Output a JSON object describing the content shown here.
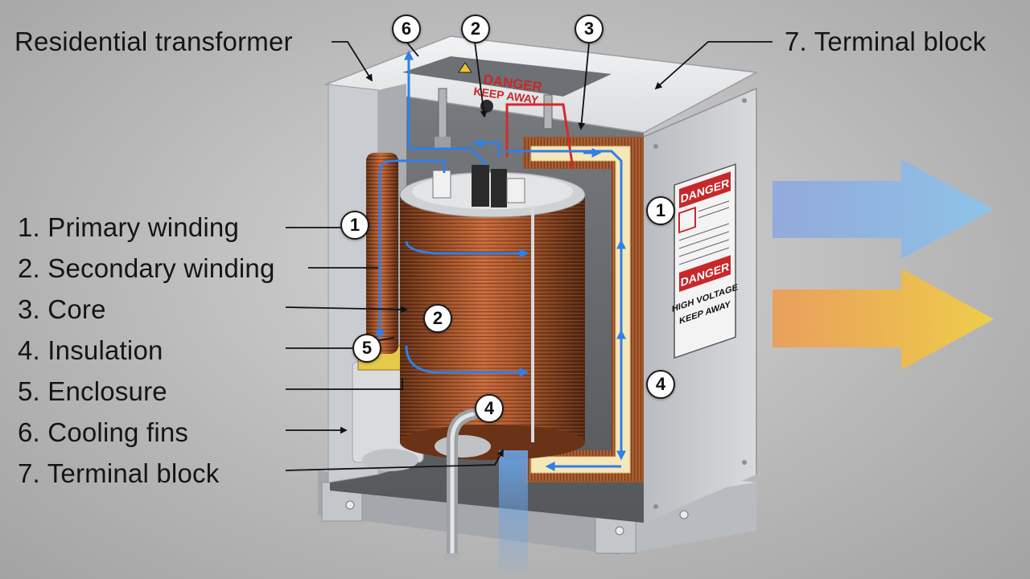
{
  "title_label": "Residential transformer",
  "terminal_label": "7. Terminal block",
  "legend": [
    "1. Primary winding",
    "2. Secondary winding",
    "3. Core",
    "4. Insulation",
    "5. Enclosure",
    "6. Cooling fins",
    "7. Terminal block"
  ],
  "callouts": {
    "top_6": "6",
    "top_2": "2",
    "top_3": "3",
    "left_1": "1",
    "left_5": "5",
    "mid_2": "2",
    "bottom_4": "4",
    "right_1": "1",
    "right_4": "4"
  },
  "warning_top": {
    "line1": "DANGER",
    "line2": "KEEP AWAY"
  },
  "side_plate": {
    "danger1": "DANGER",
    "danger2": "DANGER",
    "line1": "HIGH VOLTAGE",
    "line2": "KEEP AWAY"
  },
  "colors": {
    "flow_arrow": "#2f7fe8",
    "copper": "#a8552a",
    "insulation": "#f6e7b8",
    "enclosure": "#cfd2d5",
    "warning_red": "#c8282a",
    "arrow_blue": "#7fb4e6",
    "arrow_orange": "#f2b03a"
  }
}
